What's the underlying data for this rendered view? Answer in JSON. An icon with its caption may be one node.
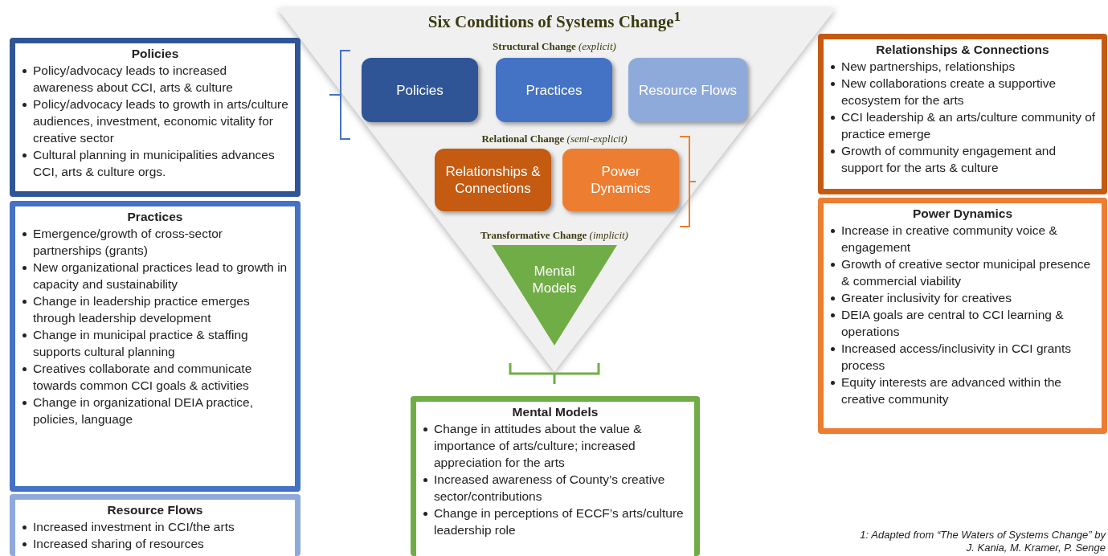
{
  "diagram": {
    "title": "Six Conditions of Systems Change$^{1}$",
    "nodes": [
      {
        "text": [
          "Policies"
        ]
      },
      {
        "text": [
          "Practices"
        ]
      },
      {
        "text": [
          "Resource Flows"
        ]
      },
      {
        "text": [
          "Relationships & Connections"
        ]
      },
      {
        "text": [
          "Power Dynamics"
        ]
      },
      {
        "text": [
          "Mental Models"
        ]
      },
      {
        "text": [
          "Policies",
          "Policy/advocacy leads to increased awareness about CCI, arts & culture",
          "Policy/advocacy leads to growth in arts/culture audiences, investment, economic vitality for creative sector",
          "Cultural planning in municipalities advances CCI, arts & culture orgs."
        ]
      },
      {
        "text": [
          "Practices",
          "Emergence/growth of cross-sector partnerships (grants)",
          "New organizational practices lead to growth in capacity and sustainability",
          "Change in leadership practice emerges through leadership development",
          "Change in municipal practice & staffing supports cultural planning",
          "Creatives collaborate and communicate towards common CCI goals & activities",
          "Change in organizational DEIA practice, policies, language"
        ]
      },
      {
        "text": [
          "Resource Flows",
          "Increased investment in CCI/the arts",
          "Increased sharing of resources"
        ]
      },
      {
        "text": [
          "Relationships & Connections",
          "New partnerships, relationships",
          "New collaborations create a supportive ecosystem for the arts",
          "CCI leadership & an arts/culture community of practice emerge",
          "Growth of community engagement and support for the arts & culture"
        ]
      },
      {
        "text": [
          "Power Dynamics",
          "Increase in creative community voice & engagement",
          "Growth of creative sector municipal presence & commercial viability",
          "Greater inclusivity for creatives",
          "DEIA goals are central to CCI learning & operations",
          "Increased access/inclusivity in CCI grants process",
          "Equity interests are advanced within the creative community"
        ]
      },
      {
        "text": [
          "Mental Models",
          "Change in attitudes about the value & importance of arts/culture; increased appreciation for the arts",
          "Increased awareness of County’s creative sector/contributions",
          "Change in perceptions of ECCF’s arts/culture leadership role"
        ]
      }
    ],
    "labels": [
      "**Structural Change** *(explicit)*",
      "**Relational Change** *(semi-explicit)*",
      "**Transformative Change** *(implicit)*",
      "1: Adapted from “The Waters of Systems Change” by J. Kania, M. Kramer, P. Senge"
    ]
  }
}
